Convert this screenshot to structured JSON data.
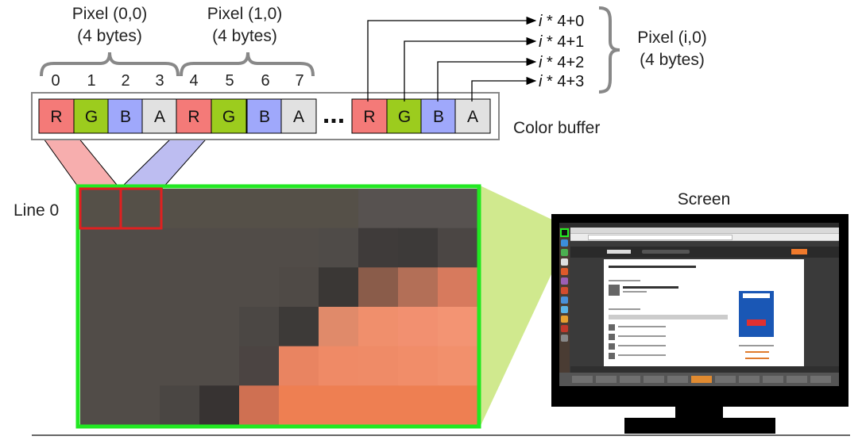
{
  "labels": {
    "pixel00_title": "Pixel (0,0)",
    "pixel00_bytes": "(4 bytes)",
    "pixel10_title": "Pixel (1,0)",
    "pixel10_bytes": "(4 bytes)",
    "pixeli0_title": "Pixel (i,0)",
    "pixeli0_bytes": "(4 bytes)",
    "color_buffer": "Color buffer",
    "screen": "Screen",
    "line0": "Line 0",
    "ellipsis": "..."
  },
  "byte_indices": [
    "0",
    "1",
    "2",
    "3",
    "4",
    "5",
    "6",
    "7"
  ],
  "buffer_cells": [
    "R",
    "G",
    "B",
    "A",
    "R",
    "G",
    "B",
    "A",
    "R",
    "G",
    "B",
    "A"
  ],
  "offsets": [
    {
      "var": "i",
      "expr": " * 4+0"
    },
    {
      "var": "i",
      "expr": " * 4+1"
    },
    {
      "var": "i",
      "expr": " * 4+2"
    },
    {
      "var": "i",
      "expr": " * 4+3"
    }
  ],
  "colors": {
    "R": "#f47a78",
    "G": "#9ccc1e",
    "B": "#9fa8fb",
    "A": "#e1e1e1",
    "highlight_green": "#22e822",
    "highlight_red": "#e02020",
    "wedge_red": "#f6a0a0",
    "wedge_blue": "#b2b2ee",
    "wedge_green": "#c8e57a"
  },
  "zoom_grid": [
    [
      "#555048",
      "#555048",
      "#555048",
      "#555048",
      "#555048",
      "#555048",
      "#555048",
      "#575250",
      "#575250",
      "#575250"
    ],
    [
      "#514c48",
      "#514c48",
      "#514c48",
      "#514c48",
      "#514c48",
      "#514c48",
      "#4f4b48",
      "#3f3b3a",
      "#3d3a39",
      "#4b4644"
    ],
    [
      "#514c48",
      "#514c48",
      "#514c48",
      "#514c48",
      "#514c48",
      "#4f4a46",
      "#3a3735",
      "#8a5c4a",
      "#b36f57",
      "#d77a5d"
    ],
    [
      "#514c48",
      "#514c48",
      "#514c48",
      "#514c48",
      "#4b4744",
      "#3d3a38",
      "#e08a6a",
      "#f08f6c",
      "#f29070",
      "#f39473"
    ],
    [
      "#514c48",
      "#514c48",
      "#514c48",
      "#514c48",
      "#4b4442",
      "#e98461",
      "#ef8a66",
      "#ef8b67",
      "#f18d69",
      "#f2906c"
    ],
    [
      "#514c48",
      "#514c48",
      "#4a4643",
      "#373332",
      "#cf7052",
      "#ee7f52",
      "#ee7f52",
      "#ee7f52",
      "#ee7f52",
      "#ee7f52"
    ]
  ]
}
